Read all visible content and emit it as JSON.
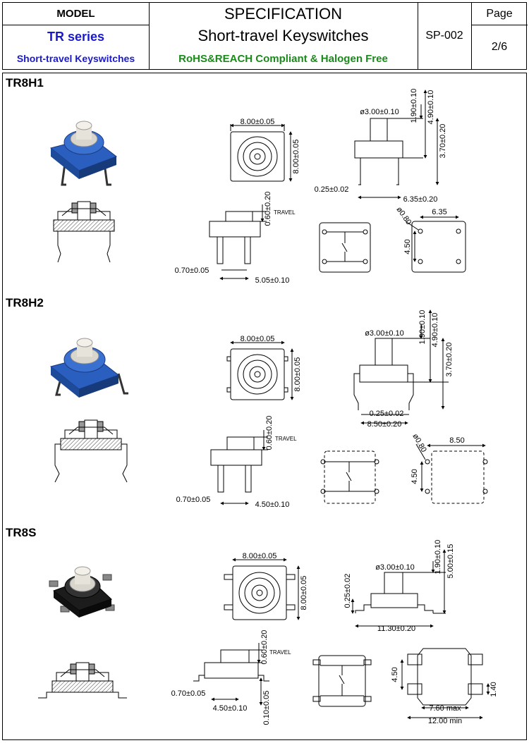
{
  "header": {
    "model_label": "MODEL",
    "series": "TR series",
    "series_desc": "Short-travel Keyswitches",
    "spec_title": "SPECIFICATION",
    "spec_subtitle": "Short-travel Keyswitches",
    "compliance": "RoHS&REACH Compliant & Halogen Free",
    "doc_no": "SP-002",
    "page_label": "Page",
    "page_value": "2/6"
  },
  "colors": {
    "blue": "#1a1acc",
    "green": "#1a8a1a",
    "switch_blue": "#2a5fc0"
  },
  "sections": [
    {
      "name": "TR8H1",
      "top_view": {
        "w": "8.00±0.05",
        "h": "8.00±0.05"
      },
      "side_view": {
        "dia": "ø3.00±0.10",
        "d1": "1.90±0.10",
        "d2": "4.90±0.10",
        "d3": "3.70±0.20",
        "pin": "0.25±0.02",
        "span": "6.35±0.20"
      },
      "front_view": {
        "travel_val": "0.60±0.20",
        "travel_label": "TRAVEL",
        "pin_w": "0.70±0.05",
        "pitch": "5.05±0.10"
      },
      "pcb": {
        "hole": "ø0.80",
        "w": "6.35",
        "h": "4.50"
      }
    },
    {
      "name": "TR8H2",
      "top_view": {
        "w": "8.00±0.05",
        "h": "8.00±0.05"
      },
      "side_view": {
        "dia": "ø3.00±0.10",
        "d1": "1.90±0.10",
        "d2": "4.90±0.10",
        "d3": "3.70±0.20",
        "pin": "0.25±0.02",
        "span": "8.50±0.20"
      },
      "front_view": {
        "travel_val": "0.60±0.20",
        "travel_label": "TRAVEL",
        "pin_w": "0.70±0.05",
        "pitch": "4.50±0.10"
      },
      "pcb": {
        "hole": "ø0.80",
        "w": "8.50",
        "h": "4.50"
      }
    },
    {
      "name": "TR8S",
      "top_view": {
        "w": "8.00±0.05",
        "h": "8.00±0.05"
      },
      "side_view": {
        "dia": "ø3.00±0.10",
        "d1": "1.90±0.10",
        "d2": "5.00±0.15",
        "pin": "0.25±0.02",
        "span": "11.30±0.20"
      },
      "front_view": {
        "travel_val": "0.60±0.20",
        "travel_label": "TRAVEL",
        "pin_w": "0.70±0.05",
        "pitch": "4.50±0.10",
        "thick": "0.10±0.05"
      },
      "pcb": {
        "h": "4.50",
        "pad": "1.40",
        "inner": "7.60 max",
        "outer": "12.00 min"
      }
    }
  ]
}
